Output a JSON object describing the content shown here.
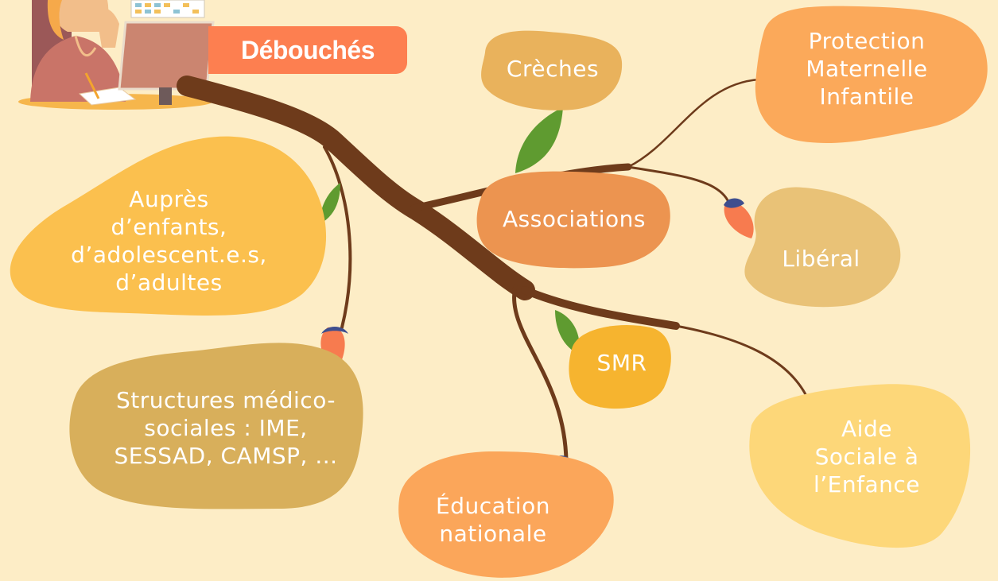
{
  "title": "Débouchés",
  "nodes": [
    {
      "id": "creches",
      "label": "Crèches",
      "color": "#E9B25C"
    },
    {
      "id": "pmi",
      "label": "Protection\nMaternelle\nInfantile",
      "color": "#FBA95A"
    },
    {
      "id": "associations",
      "label": "Associations",
      "color": "#EC9450"
    },
    {
      "id": "liberal",
      "label": "Libéral",
      "color": "#E9C277"
    },
    {
      "id": "aupres",
      "label": "Auprès\nd’enfants,\nd’adolescent.e.s,\nd’adultes",
      "color": "#FBC04E"
    },
    {
      "id": "smr",
      "label": "SMR",
      "color": "#F6B42F"
    },
    {
      "id": "structures",
      "label": "Structures médico-\nsociales : IME,\nSESSAD, CAMSP, ...",
      "color": "#D8AF5B"
    },
    {
      "id": "education",
      "label": "Éducation\nnationale",
      "color": "#FBA65A"
    },
    {
      "id": "ase",
      "label": "Aide\nSociale à\nl’Enfance",
      "color": "#FDD779"
    }
  ],
  "colors": {
    "background": "#FDEDC6",
    "branch": "#6E3B1B",
    "leaf": "#5F9B30",
    "bud": "#F77B4F",
    "bud_cap": "#3E4E8E",
    "title_tag": "#FD7F50"
  }
}
